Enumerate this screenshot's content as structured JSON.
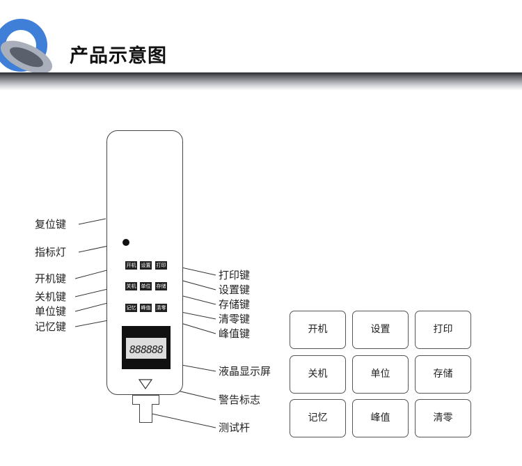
{
  "header": {
    "title": "产品示意图"
  },
  "device": {
    "keys": [
      [
        "开机",
        "设置",
        "打印"
      ],
      [
        "关机",
        "单位",
        "存储"
      ],
      [
        "记忆",
        "峰值",
        "清零"
      ]
    ],
    "lcd_readout": "888888"
  },
  "callouts_left": [
    "复位键",
    "指标灯",
    "开机键",
    "关机键",
    "单位键",
    "记忆键"
  ],
  "callouts_right": [
    "打印键",
    "设置键",
    "存储键",
    "清零键",
    "峰值键",
    "液晶显示屏",
    "警告标志",
    "测试杆"
  ],
  "button_grid": [
    [
      "开机",
      "设置",
      "打印"
    ],
    [
      "关机",
      "单位",
      "存储"
    ],
    [
      "记忆",
      "峰值",
      "清零"
    ]
  ]
}
